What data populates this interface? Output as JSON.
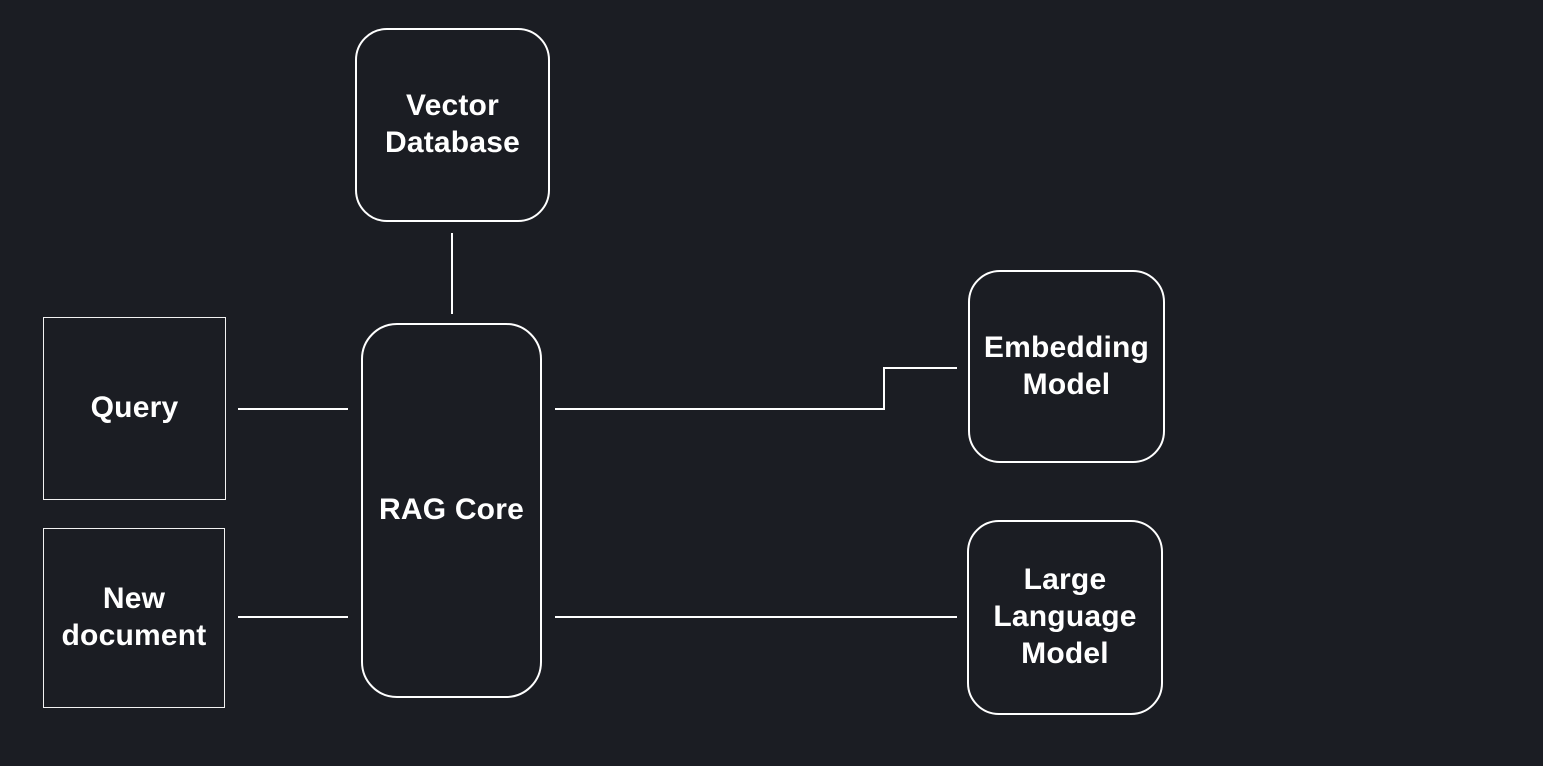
{
  "canvas": {
    "background_color": "#1b1d23",
    "stroke_color": "#ffffff",
    "text_color": "#ffffff"
  },
  "nodes": {
    "vector_database": {
      "label": "Vector\nDatabase",
      "shape": "rounded-rectangle"
    },
    "query": {
      "label": "Query",
      "shape": "rectangle"
    },
    "new_document": {
      "label": "New\ndocument",
      "shape": "rectangle"
    },
    "rag_core": {
      "label": "RAG Core",
      "shape": "rounded-rectangle"
    },
    "embedding_model": {
      "label": "Embedding\nModel",
      "shape": "rounded-rectangle"
    },
    "large_language_model": {
      "label": "Large\nLanguage\nModel",
      "shape": "rounded-rectangle"
    }
  },
  "edges": [
    {
      "from": "vector_database",
      "to": "rag_core",
      "type": "straight-vertical"
    },
    {
      "from": "query",
      "to": "rag_core",
      "type": "straight-horizontal"
    },
    {
      "from": "new_document",
      "to": "rag_core",
      "type": "straight-horizontal"
    },
    {
      "from": "rag_core",
      "to": "embedding_model",
      "type": "elbow"
    },
    {
      "from": "rag_core",
      "to": "large_language_model",
      "type": "straight-horizontal"
    }
  ]
}
